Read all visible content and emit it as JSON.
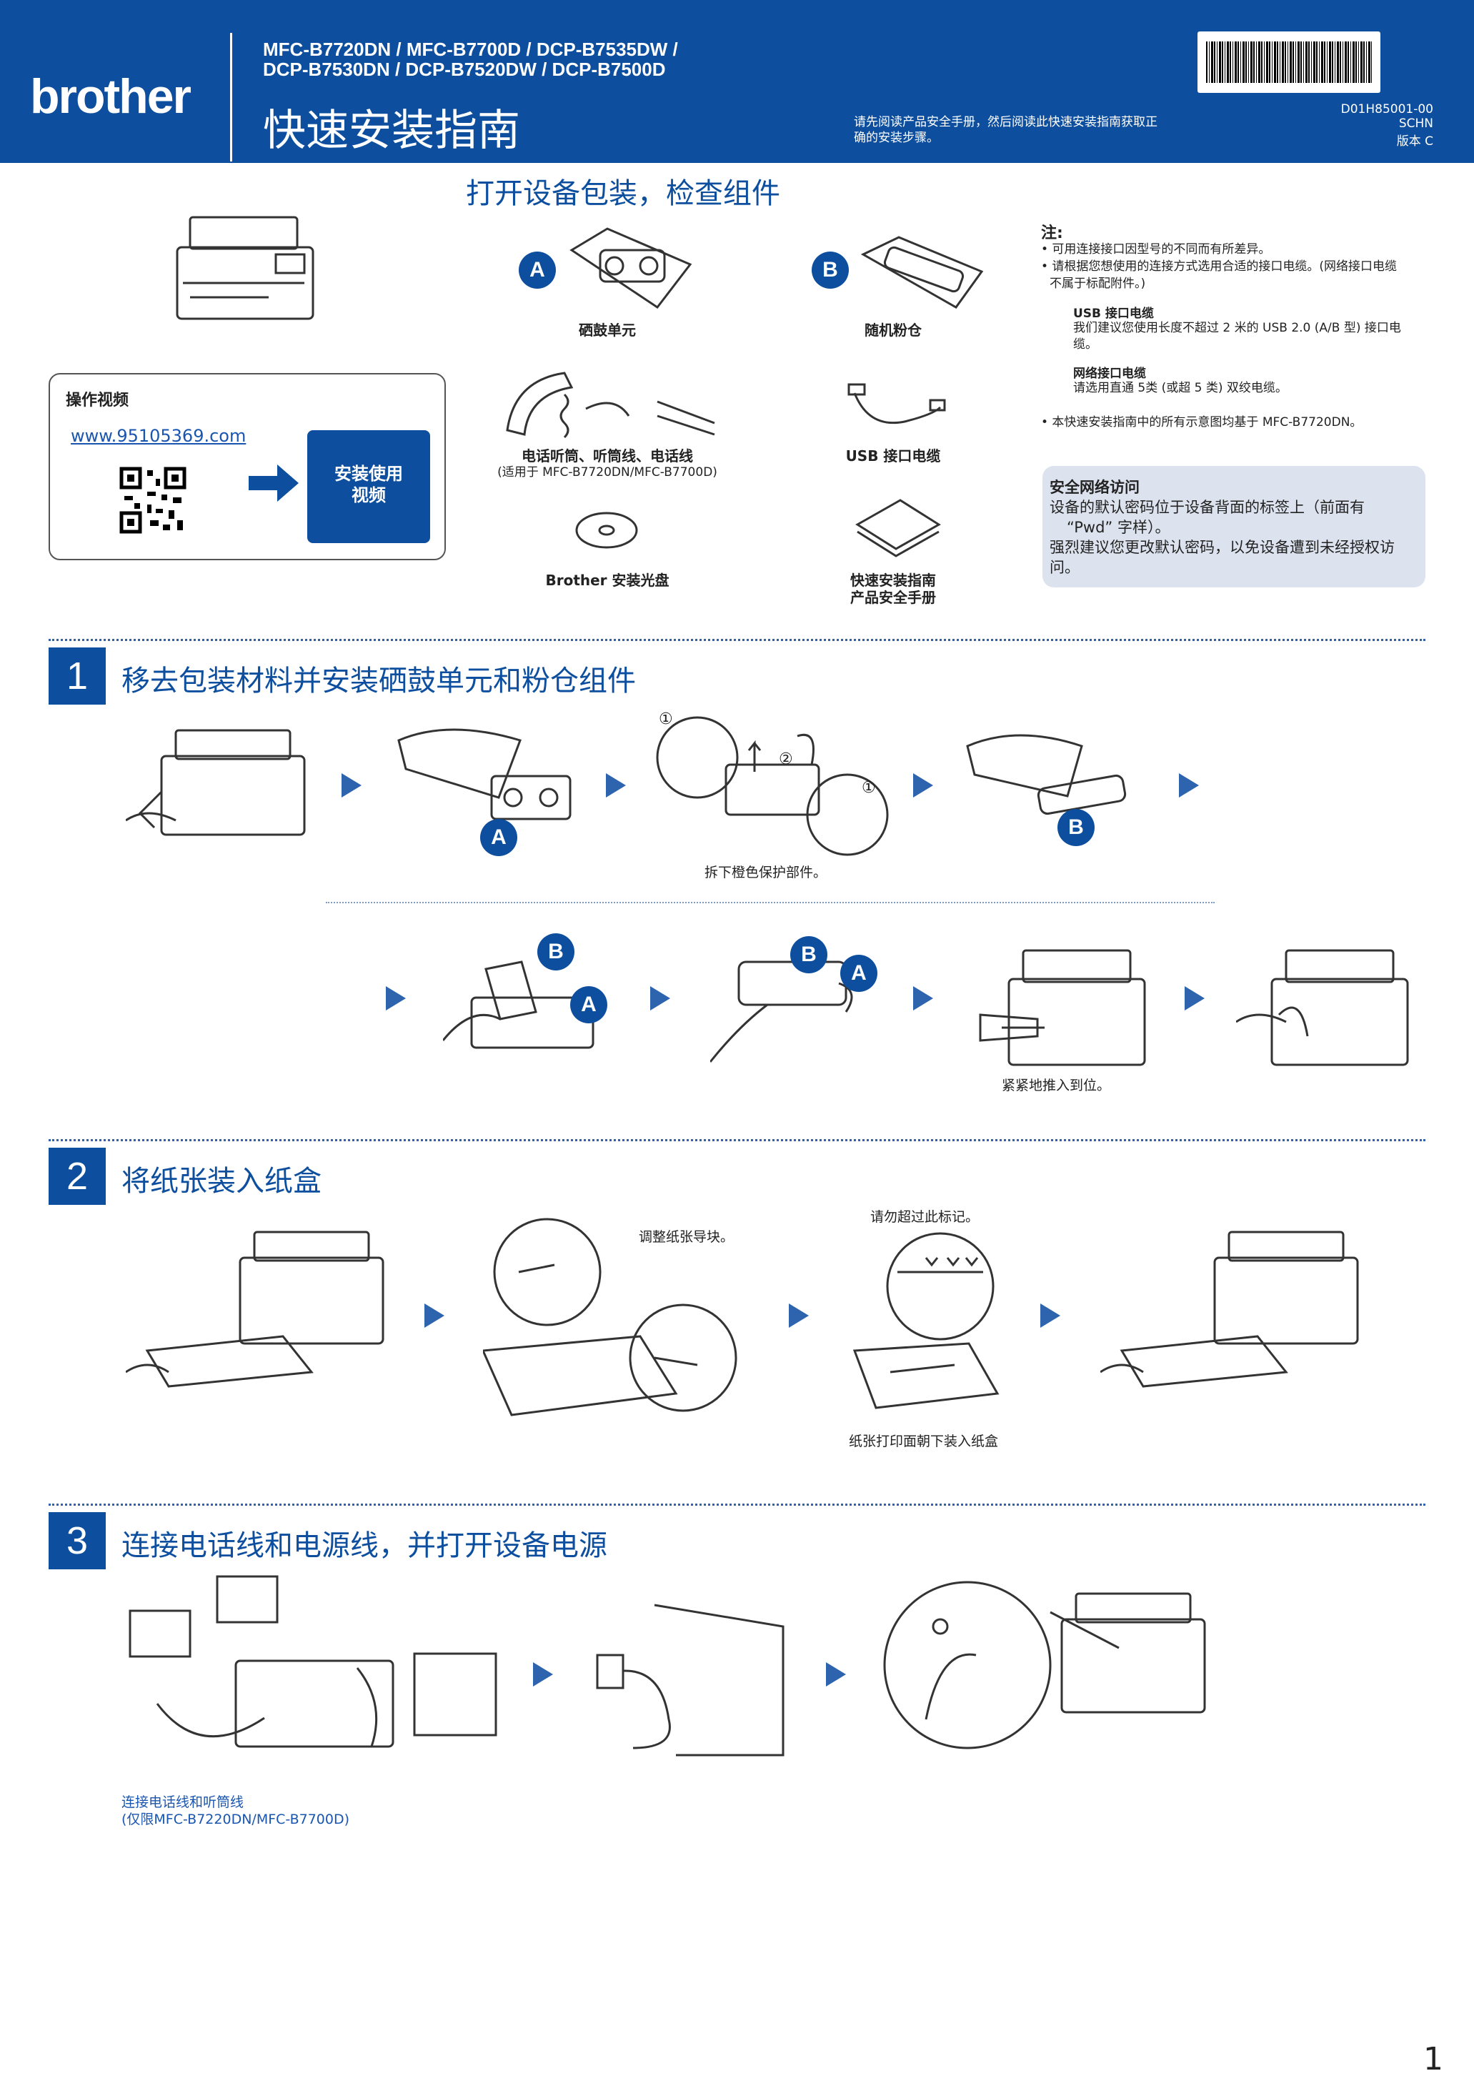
{
  "header": {
    "brand": "brother",
    "models_line1": "MFC-B7720DN / MFC-B7700D / DCP-B7535DW /",
    "models_line2": "DCP-B7530DN / DCP-B7520DW / DCP-B7500D",
    "title": "快速安装指南",
    "note_line1": "请先阅读产品安全手册，然后阅读此快速安装指南获取正",
    "note_line2": "确的安装步骤。",
    "doc_code": "D01H85001-00",
    "region": "SCHN",
    "version": "版本 C"
  },
  "unpack": {
    "title": "打开设备包装，检查组件",
    "drum_badge": "A",
    "drum_label": "硒鼓单元",
    "toner_badge": "B",
    "toner_label": "随机粉仓",
    "phone_label": "电话听筒、听筒线、电话线",
    "phone_sub": "(适用于 MFC-B7720DN/MFC-B7700D)",
    "usb_label": "USB 接口电缆",
    "cd_label": "Brother 安装光盘",
    "guide_label1": "快速安装指南",
    "guide_label2": "产品安全手册"
  },
  "video": {
    "title": "操作视频",
    "url": "www.95105369.com",
    "button_line1": "安装使用",
    "button_line2": "视频"
  },
  "notes": {
    "title": "注:",
    "line1": "• 可用连接接口因型号的不同而有所差异。",
    "line2": "• 请根据您想使用的连接方式选用合适的接口电缆。(网络接口电缆",
    "line3": "不属于标配附件。)",
    "usb_title": "USB 接口电缆",
    "usb_text": "我们建议您使用长度不超过 2 米的 USB 2.0 (A/B 型) 接口电缆。",
    "net_title": "网络接口电缆",
    "net_text": "请选用直通 5类 (或超 5 类) 双绞电缆。",
    "line4": "• 本快速安装指南中的所有示意图均基于 MFC-B7720DN。"
  },
  "security": {
    "title": "安全网络访问",
    "line1": "设备的默认密码位于设备背面的标签上（前面有",
    "line2": "“Pwd” 字样）。",
    "line3": "强烈建议您更改默认密码，以免设备遭到未经授权访",
    "line4": "问。"
  },
  "step1": {
    "number": "1",
    "title": "移去包装材料并安装硒鼓单元和粉仓组件",
    "caption_remove": "拆下橙色保护部件。",
    "caption_push": "紧紧地推入到位。",
    "label_a": "A",
    "label_b": "B",
    "circled1": "①",
    "circled2": "②"
  },
  "step2": {
    "number": "2",
    "title": "将纸张装入纸盒",
    "caption_guides": "调整纸张导块。",
    "caption_mark": "请勿超过此标记。",
    "caption_load": "纸张打印面朝下装入纸盒"
  },
  "step3": {
    "number": "3",
    "title": "连接电话线和电源线，并打开设备电源",
    "caption1": "连接电话线和听筒线",
    "caption2": "(仅限MFC-B7220DN/MFC-B7700D)"
  },
  "page_number": "1",
  "colors": {
    "brand_blue": "#0d4f9e",
    "accent_blue": "#2e64ad",
    "box_gray": "#dde3ee"
  }
}
